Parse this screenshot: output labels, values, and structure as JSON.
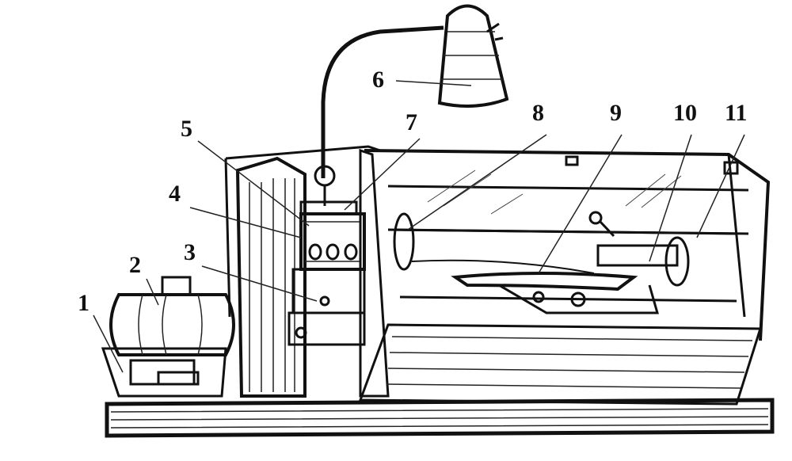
{
  "figure": {
    "labels": [
      "1",
      "2",
      "3",
      "4",
      "5",
      "6",
      "7",
      "8",
      "9",
      "10",
      "11"
    ]
  },
  "colors": {
    "ink": "#111111",
    "paper": "#ffffff"
  }
}
